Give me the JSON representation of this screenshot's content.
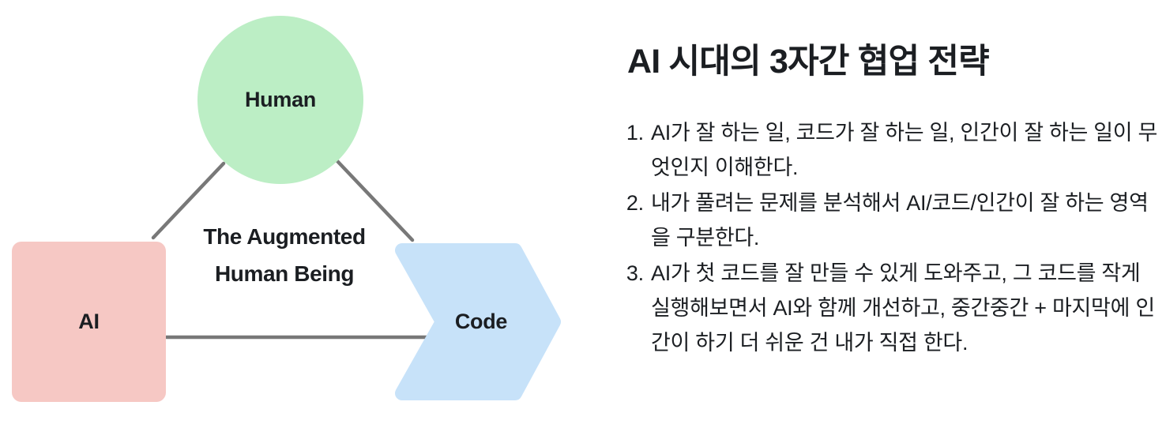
{
  "diagram": {
    "nodes": {
      "human": {
        "label": "Human",
        "shape": "circle"
      },
      "ai": {
        "label": "AI",
        "shape": "rounded-square"
      },
      "code": {
        "label": "Code",
        "shape": "right-chevron-arrow"
      }
    },
    "center_label": {
      "line1": "The Augmented",
      "line2": "Human Being"
    }
  },
  "panel": {
    "title": "AI 시대의 3자간 협업 전략",
    "items": [
      "AI가 잘 하는 일, 코드가 잘 하는 일, 인간이 잘 하는 일이 무엇인지 이해한다.",
      "내가 풀려는 문제를 분석해서 AI/코드/인간이 잘 하는 영역을 구분한다.",
      "AI가 첫 코드를 잘 만들 수 있게 도와주고, 그 코드를 작게 실행해보면서 AI와 함께 개선하고, 중간중간 + 마지막에 인간이 하기 더 쉬운 건 내가 직접 한다."
    ]
  },
  "colors": {
    "human-fill": "#bceec5",
    "ai-fill": "#f6c8c4",
    "code-fill": "#c7e2f9",
    "connector": "#787878",
    "text": "#1b1e22",
    "background": "#ffffff"
  }
}
